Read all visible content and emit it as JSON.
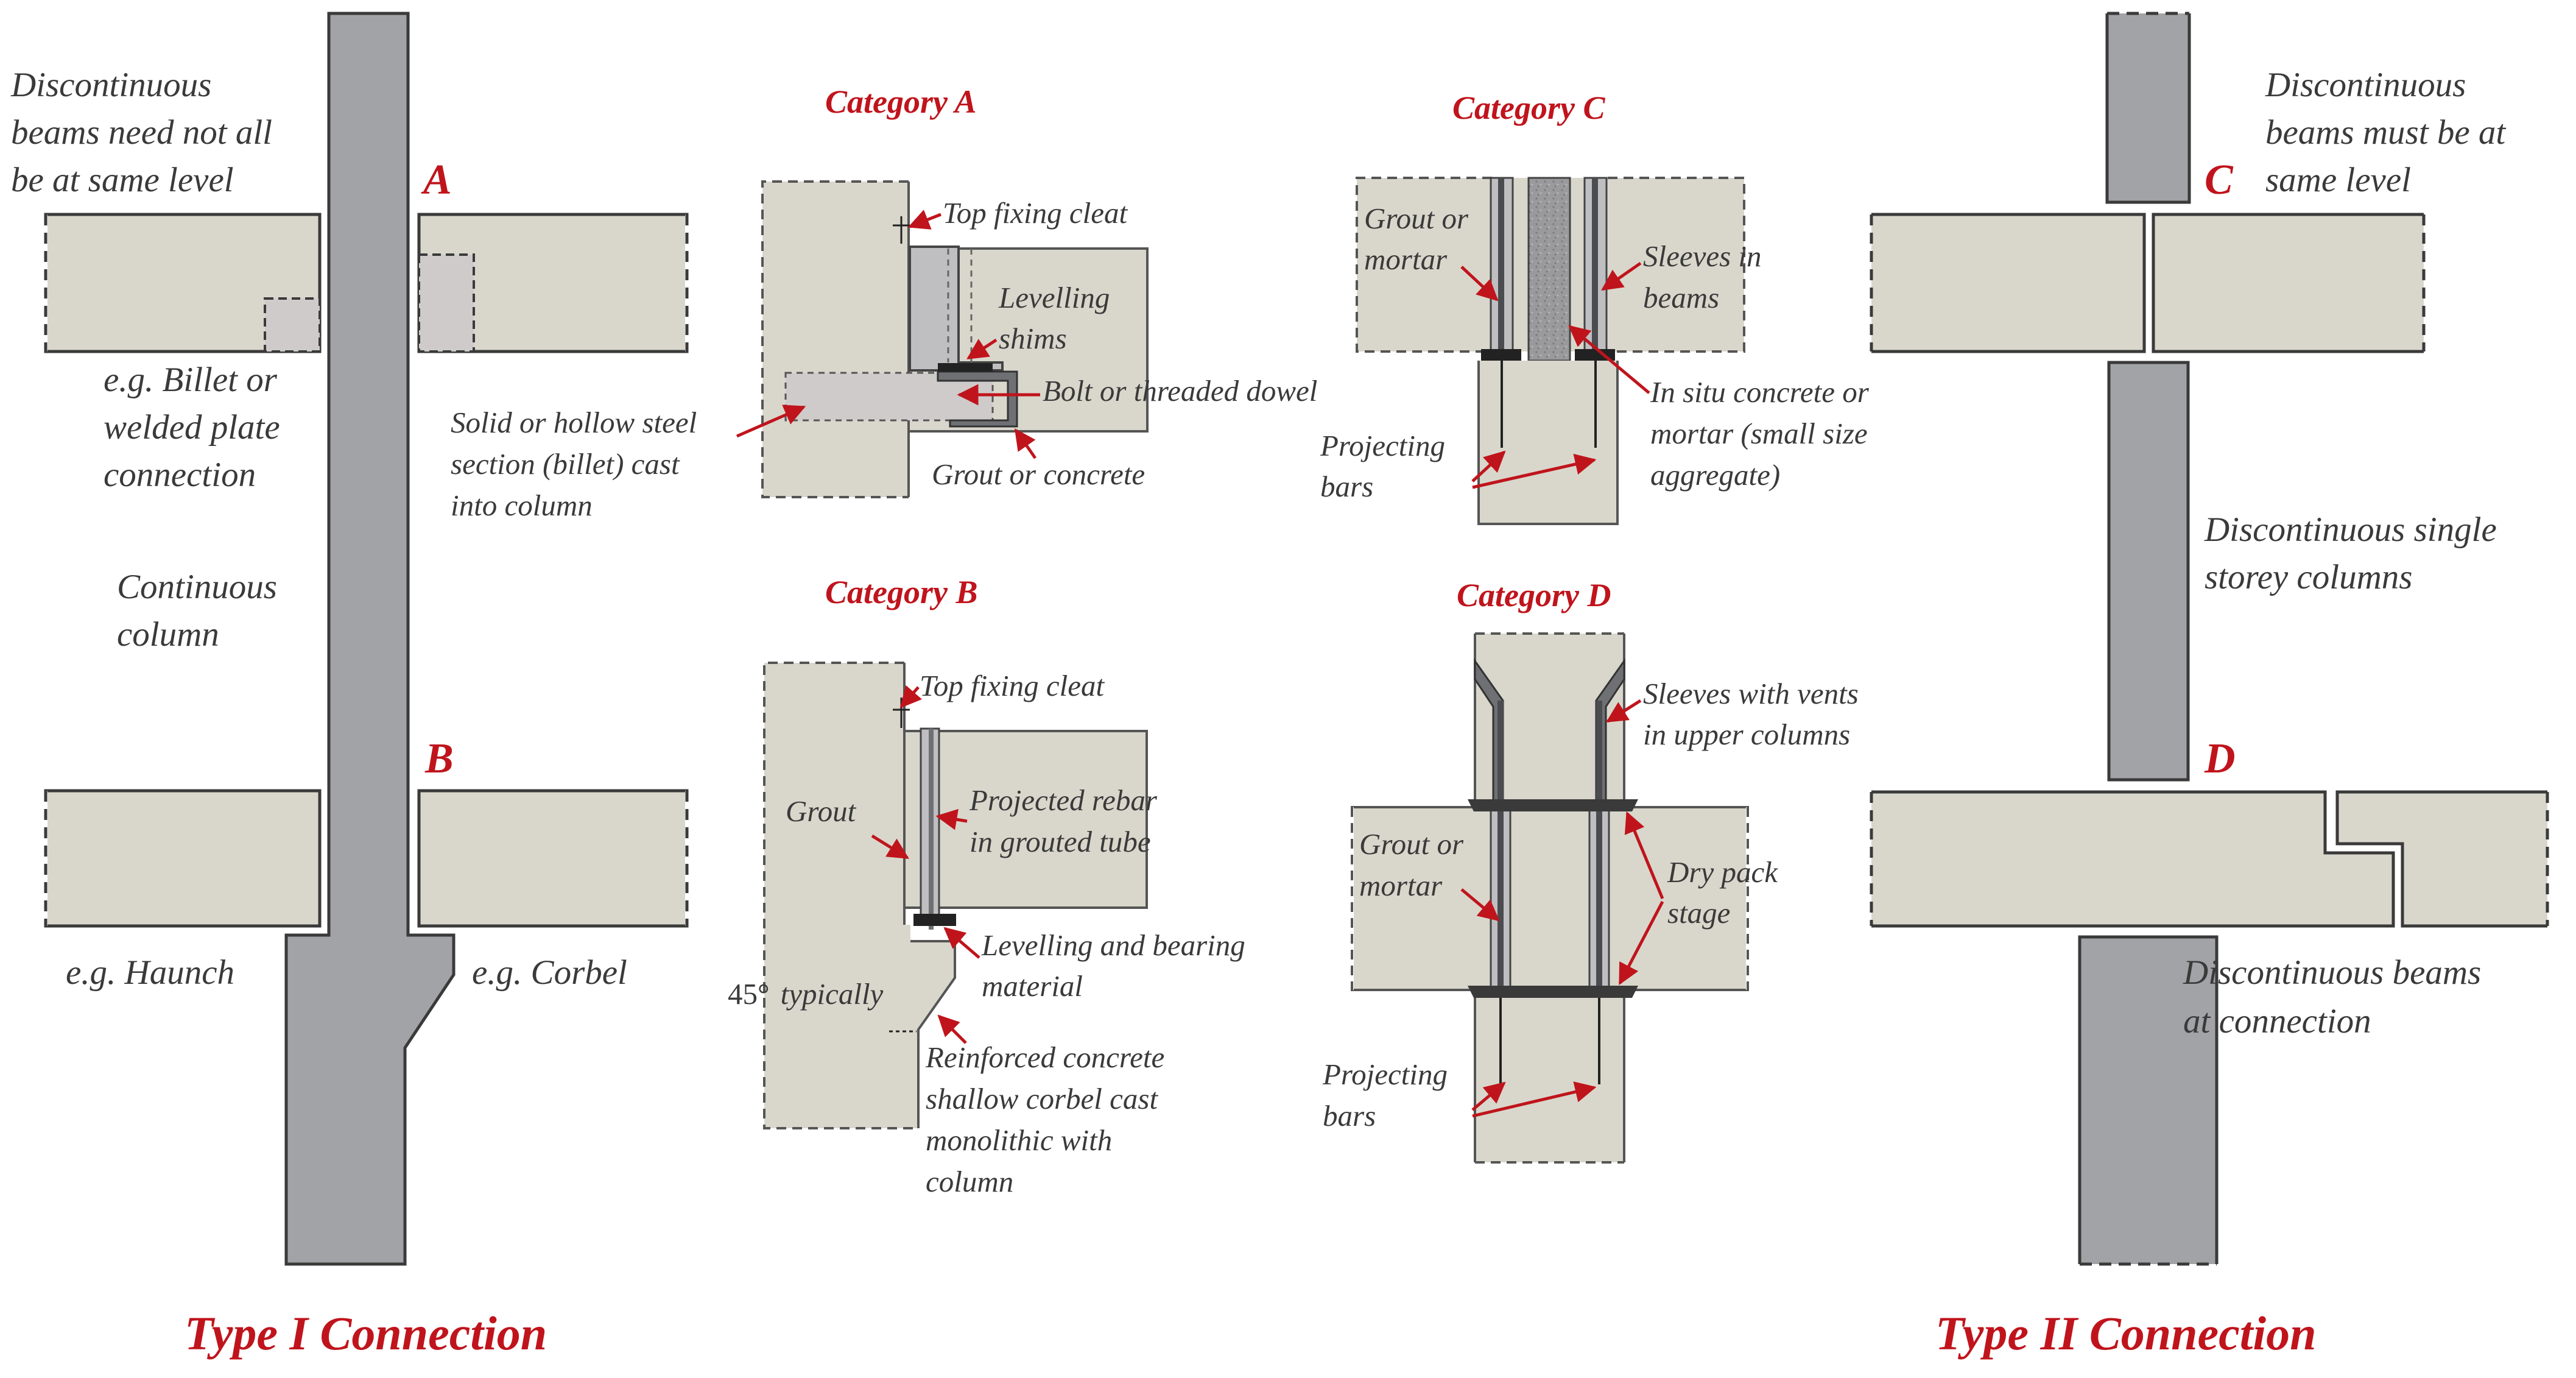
{
  "colors": {
    "concrete": "#d9d7cc",
    "column": "#a2a3a6",
    "column_dark": "#6f7073",
    "accent_red": "#c0141c",
    "text": "#3a3a3a",
    "outline": "#3a3a3a",
    "billet": "#cfcbcb"
  },
  "type1": {
    "title": "Type I Connection",
    "letter_a": "A",
    "letter_b": "B",
    "note_levels": [
      "Discontinuous",
      "beams need not all",
      "be at same level"
    ],
    "note_billet": [
      "e.g. Billet or",
      "welded plate",
      "connection"
    ],
    "note_column": [
      "Continuous",
      "column"
    ],
    "note_haunch": "e.g. Haunch",
    "note_corbel": "e.g. Corbel"
  },
  "cat_a": {
    "title": "Category A",
    "top_cleat": "Top fixing cleat",
    "shims": [
      "Levelling",
      "shims"
    ],
    "bolt": "Bolt or threaded dowel",
    "grout": "Grout or concrete",
    "steel": [
      "Solid or hollow steel",
      "section (billet) cast",
      "into column"
    ]
  },
  "cat_b": {
    "title": "Category B",
    "top_cleat": "Top fixing cleat",
    "grout": "Grout",
    "rebar": [
      "Projected rebar",
      "in grouted tube"
    ],
    "bearing": [
      "Levelling and bearing",
      "material"
    ],
    "angle": "45°",
    "angle_note": "typically",
    "corbel": [
      "Reinforced concrete",
      "shallow corbel cast",
      "monolithic with",
      "column"
    ]
  },
  "cat_c": {
    "title": "Category C",
    "grout": [
      "Grout or",
      "mortar"
    ],
    "sleeves": [
      "Sleeves in",
      "beams"
    ],
    "insitu": [
      "In situ concrete or",
      "mortar (small size",
      "aggregate)"
    ],
    "bars": [
      "Projecting",
      "bars"
    ]
  },
  "cat_d": {
    "title": "Category D",
    "vents": [
      "Sleeves with vents",
      "in upper columns"
    ],
    "grout": [
      "Grout or",
      "mortar"
    ],
    "drypack": [
      "Dry pack",
      "stage"
    ],
    "bars": [
      "Projecting",
      "bars"
    ]
  },
  "type2": {
    "title": "Type II Connection",
    "letter_c": "C",
    "letter_d": "D",
    "note_levels": [
      "Discontinuous",
      "beams must be at",
      "same level"
    ],
    "note_columns": [
      "Discontinuous single",
      "storey columns"
    ],
    "note_beams": [
      "Discontinuous beams",
      "at connection"
    ]
  }
}
